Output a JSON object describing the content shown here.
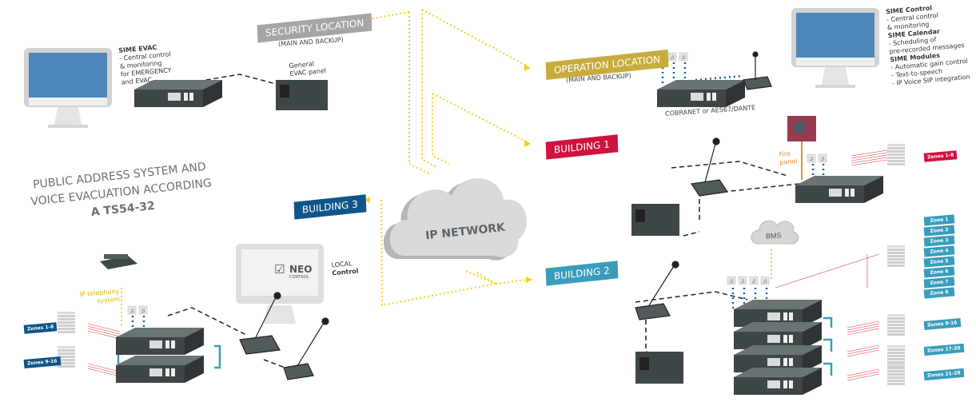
{
  "title": {
    "line1": "PUBLIC ADDRESS SYSTEM AND",
    "line2": "VOICE EVACUATION ACCORDING",
    "line3": "A TS54-32"
  },
  "locations": {
    "security": {
      "label": "SECURITY LOCATION",
      "sub": "(MAIN AND BACKUP)"
    },
    "operation": {
      "label": "OPERATION LOCATION",
      "sub": "(MAIN AND BACKUP)"
    },
    "building1": {
      "label": "BUILDING 1"
    },
    "building2": {
      "label": "BUILDING 2"
    },
    "building3": {
      "label": "BUILDING 3"
    }
  },
  "network": {
    "cloud_label": "IP NETWORK",
    "bms_label": "BMS"
  },
  "sime_evac": {
    "heading": "SIME EVAC",
    "lines": [
      "- Central control",
      "& monitoring",
      "for EMERGENCY",
      "and EVAC"
    ]
  },
  "evac_panel": {
    "line1": "General",
    "line2": "EVAC panel"
  },
  "sime_control": {
    "control_heading": "SIME Control",
    "control_lines": [
      "- Central control",
      "& monitoring"
    ],
    "calendar_heading": "SIME Calendar",
    "calendar_lines": [
      "- Scheduling of",
      "pre-recorded messages"
    ],
    "modules_heading": "SIME Modules",
    "modules_lines": [
      "- Automatic gain control",
      "- Text-to-speech",
      "- IP Voice SIP integration"
    ]
  },
  "cobranet_label": "COBRANET or AES67/DANTE",
  "fire_panel": {
    "line1": "Fire",
    "line2": "panel"
  },
  "local_control": {
    "line1": "LOCAL",
    "line2": "Control",
    "logo_text": "NEO",
    "logo_sub": "CONTROL"
  },
  "ip_telephony": {
    "line1": "IP telephony",
    "line2": "system"
  },
  "zones": {
    "building1": [
      "Zones 1-8"
    ],
    "building2_list": [
      "Zone 1",
      "Zone 2",
      "Zone 3",
      "Zone 4",
      "Zone 5",
      "Zone 6",
      "Zone 7",
      "Zone 8"
    ],
    "building2_groups": [
      "Zones 9-16",
      "Zones 17-20",
      "Zones 21-28"
    ],
    "building3": [
      "Zones 1-8",
      "Zones 9-16"
    ]
  },
  "colors": {
    "security": "#a6a6a6",
    "operation": "#c8ac3c",
    "building1": "#d0123f",
    "building2": "#3a9cbb",
    "building3": "#0f5589",
    "network_link": "#f2d21e",
    "device": "#4a5153"
  }
}
